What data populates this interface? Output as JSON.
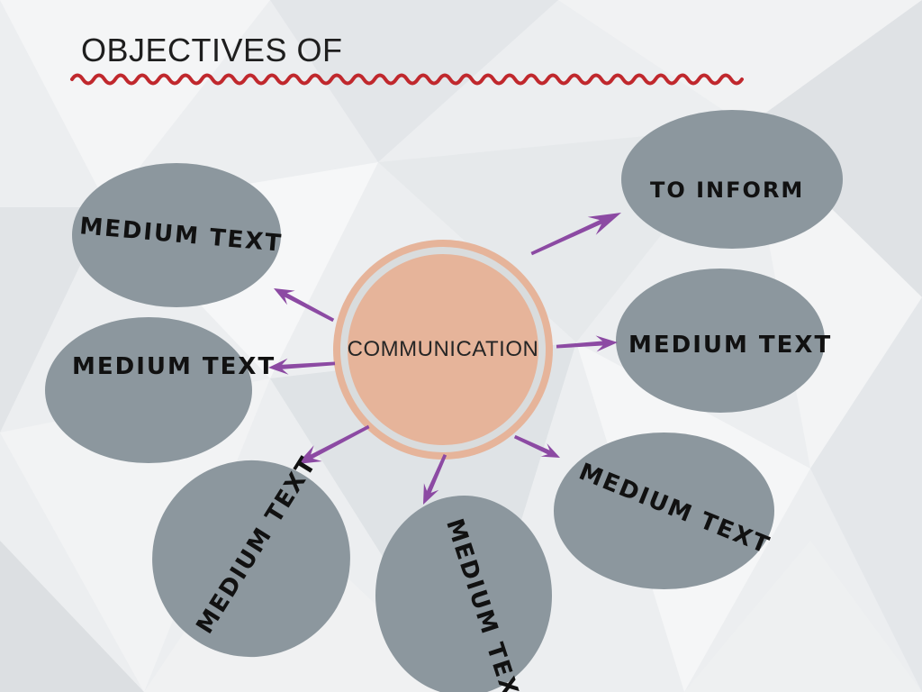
{
  "slide": {
    "title": "OBJECTIVES OF",
    "center_label": "COMMUNICATION",
    "colors": {
      "bubble": "#8c979e",
      "hub": "#e6b49a",
      "arrow": "#8c4aa3",
      "divider": "#c0282d"
    },
    "nodes": [
      {
        "id": "top-left",
        "label": "MEDIUM TEXT"
      },
      {
        "id": "left",
        "label": "MEDIUM TEXT"
      },
      {
        "id": "bottom-left",
        "label": "MEDIUM TEXT"
      },
      {
        "id": "bottom",
        "label": "MEDIUM TEX"
      },
      {
        "id": "bottom-right",
        "label": "MEDIUM TEXT"
      },
      {
        "id": "right",
        "label": "MEDIUM TEXT"
      },
      {
        "id": "top-right",
        "label": "TO INFORM"
      }
    ]
  }
}
